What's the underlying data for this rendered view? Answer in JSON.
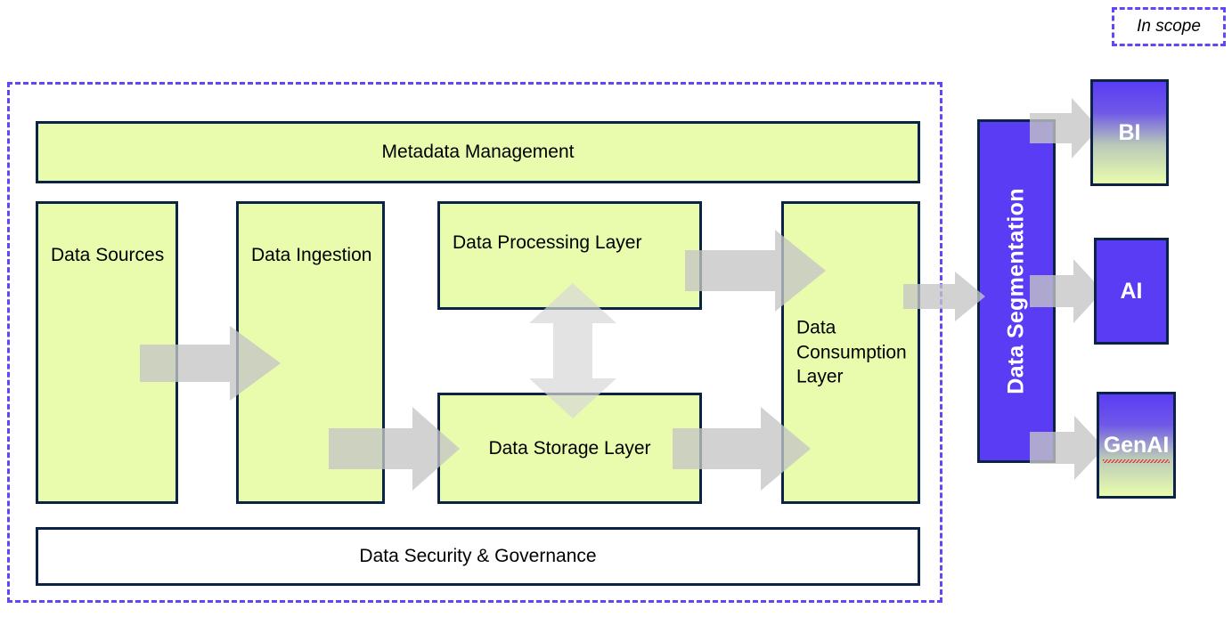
{
  "legend": {
    "label": "In scope",
    "border_color": "#6147f5",
    "style": "dashed"
  },
  "scope": {
    "name": "in-scope-boundary",
    "border_color": "#6147f5"
  },
  "colors": {
    "node_fill": "#e9fcad",
    "node_border": "#0a2347",
    "accent_purple": "#5a3cf4",
    "arrow_gray": "#c6c6c6",
    "dashed_purple": "#6147f5",
    "text": "#000000"
  },
  "nodes": {
    "metadata_management": "Metadata Management",
    "data_sources": "Data Sources",
    "data_ingestion": "Data Ingestion",
    "data_processing_layer": "Data Processing Layer",
    "data_storage_layer": "Data Storage Layer",
    "data_consumption_layer": "Data Consumption Layer",
    "data_security_governance": "Data Security & Governance",
    "data_segmentation": "Data Segmentation"
  },
  "outputs": [
    {
      "label": "BI",
      "fill": "gradient",
      "misspelled": false
    },
    {
      "label": "AI",
      "fill": "solid",
      "misspelled": false
    },
    {
      "label": "GenAI",
      "fill": "gradient",
      "misspelled": true
    }
  ],
  "arrows": [
    {
      "name": "sources-to-ingestion",
      "direction": "right"
    },
    {
      "name": "ingestion-to-storage",
      "direction": "right"
    },
    {
      "name": "processing-to-consumption",
      "direction": "right"
    },
    {
      "name": "storage-to-consumption",
      "direction": "right"
    },
    {
      "name": "processing-storage-bidirectional",
      "direction": "vertical-double"
    },
    {
      "name": "consumption-to-segmentation",
      "direction": "right"
    },
    {
      "name": "segmentation-to-bi",
      "direction": "right"
    },
    {
      "name": "segmentation-to-ai",
      "direction": "right"
    },
    {
      "name": "segmentation-to-genai",
      "direction": "right"
    }
  ]
}
